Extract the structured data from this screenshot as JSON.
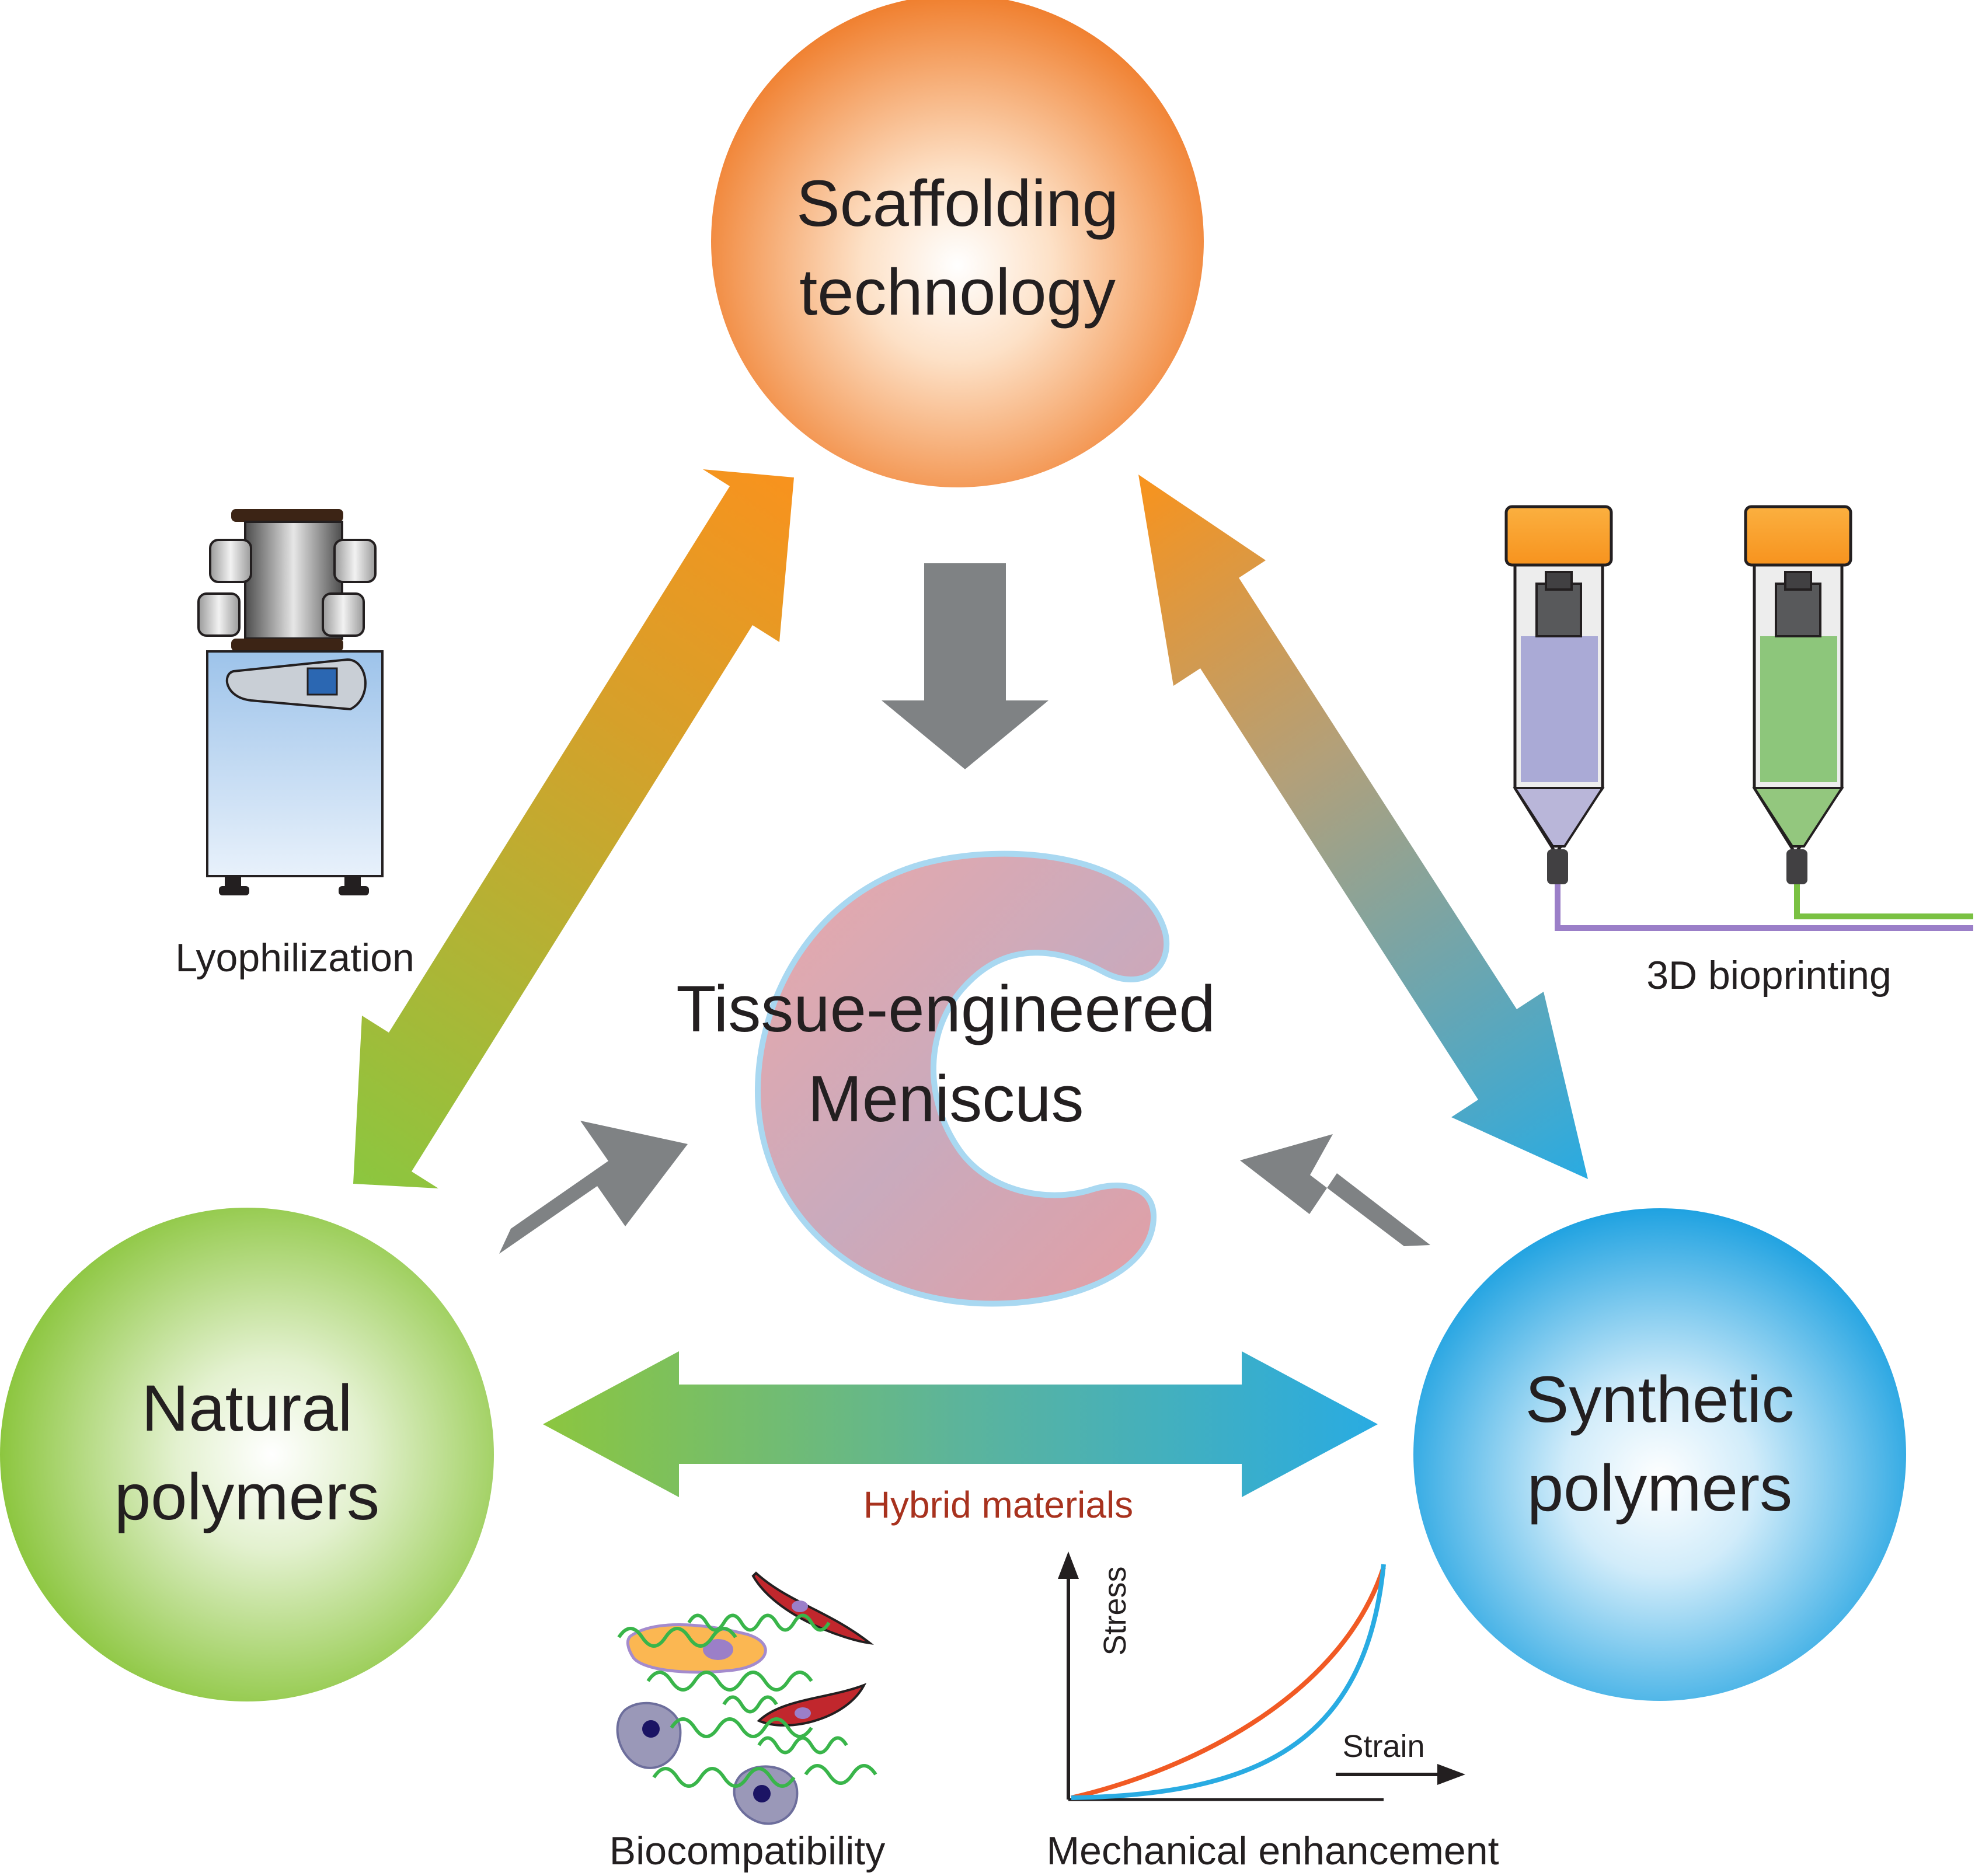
{
  "nodes": {
    "scaffolding": {
      "line1": "Scaffolding",
      "line2": "technology",
      "color": "#f07f2e"
    },
    "natural": {
      "line1": "Natural",
      "line2": "polymers",
      "color": "#8cc63f"
    },
    "synthetic": {
      "line1": "Synthetic",
      "line2": "polymers",
      "color": "#1fa2e1"
    }
  },
  "center": {
    "line1": "Tissue-engineered",
    "line2": "Meniscus"
  },
  "labels": {
    "lyophilization": "Lyophilization",
    "bioprinting": "3D bioprinting",
    "hybrid": "Hybrid materials",
    "biocompatibility": "Biocompatibility",
    "mechanical": "Mechanical enhancement"
  },
  "graph": {
    "stress": "Stress",
    "strain": "Strain"
  },
  "colors": {
    "orange": "#f7931e",
    "green": "#8cc63f",
    "blue": "#29abe2",
    "gray_arrow": "#7f8284",
    "hybrid_text": "#a8321e",
    "curve_orange": "#f15a24",
    "curve_blue": "#29abe2",
    "ink_purple": "#9b7fc8",
    "ink_green": "#7ac143"
  }
}
